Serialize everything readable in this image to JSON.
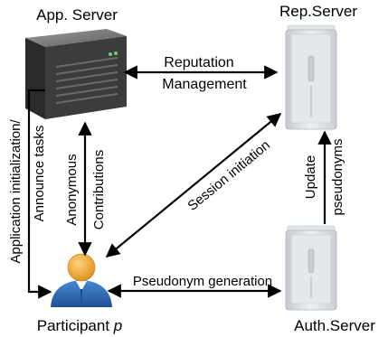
{
  "nodes": {
    "app_server": {
      "label": "App. Server",
      "icon": "dark-server-tower-icon"
    },
    "rep_server": {
      "label": "Rep.Server",
      "icon": "light-server-tower-icon"
    },
    "auth_server": {
      "label": "Auth.Server",
      "icon": "light-server-tower-icon"
    },
    "participant": {
      "label": "Participant",
      "variable": "p",
      "icon": "user-person-icon"
    }
  },
  "edges": {
    "reputation_management": {
      "line1": "Reputation",
      "line2": "Management"
    },
    "app_init": {
      "line1": "Application initialization/",
      "line2": "Announce tasks"
    },
    "anonymous_contributions": {
      "line1": "Anonymous",
      "line2": "Contributions"
    },
    "session_initiation": {
      "label": "Session initiation"
    },
    "update_pseudonyms": {
      "line1": "Update",
      "line2": "pseudonyms"
    },
    "pseudonym_generation": {
      "label": "Pseudonym generation"
    }
  },
  "colors": {
    "app_server_body": "#4a4a4a",
    "light_server_body": "#d8dde2",
    "participant_body": "#2f6fb8",
    "participant_head": "#f0a830"
  }
}
